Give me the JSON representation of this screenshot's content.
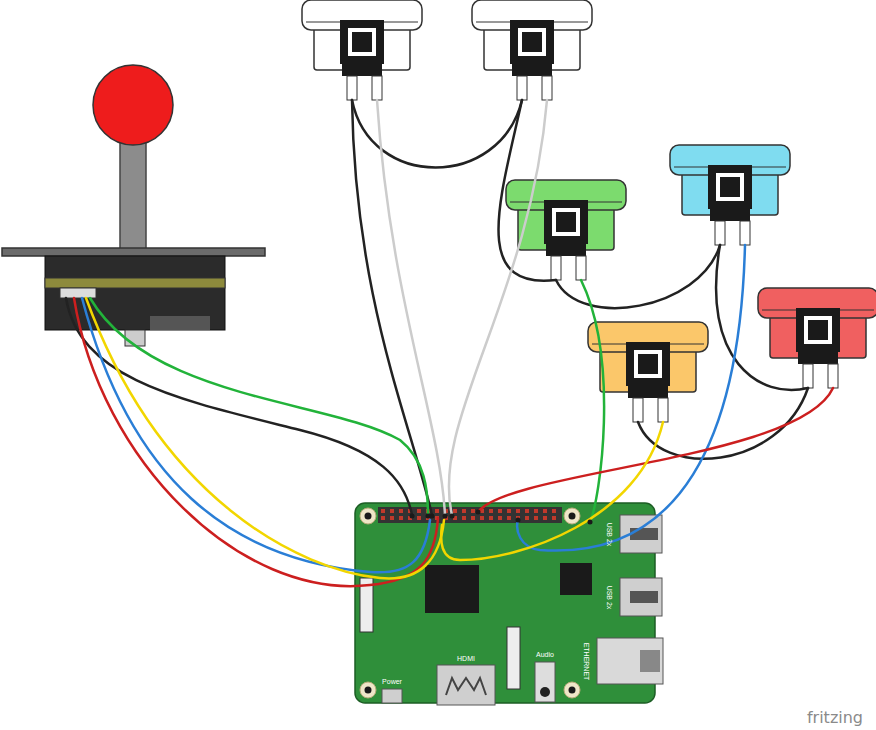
{
  "diagram": {
    "labels": [
      "USB 2x",
      "USB 2x",
      "ETHERNET",
      "HDMI",
      "Audio",
      "Power",
      "fritzing"
    ]
  }
}
